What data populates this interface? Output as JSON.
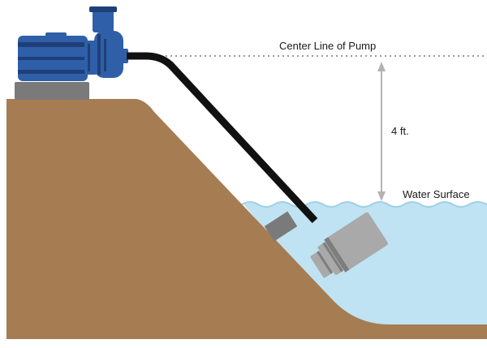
{
  "labels": {
    "center_line": "Center Line of Pump",
    "height": "4 ft.",
    "water_surface": "Water Surface"
  },
  "colors": {
    "earth": "#a67c52",
    "water": "#bfe3f2",
    "water_edge": "#9fd0e8",
    "pump_body": "#2f5fa8",
    "pump_dark": "#1f3f78",
    "base_plate": "#7a7a7a",
    "hose": "#111111",
    "strainer": "#a9a9a9",
    "strainer_dark": "#7d7d7d",
    "dimension_arrow": "#b3b3b3",
    "center_line": "#9a9a9a",
    "text": "#1a1a1a"
  }
}
